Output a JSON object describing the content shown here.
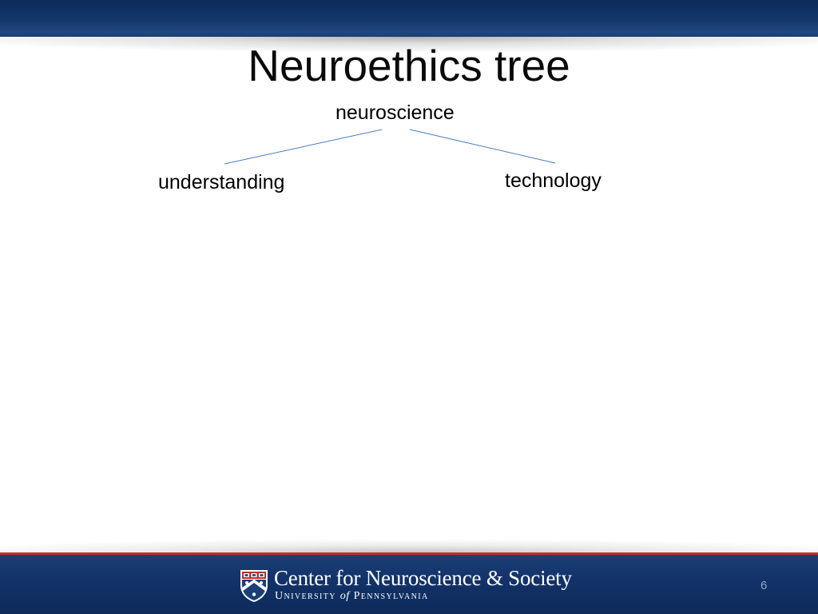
{
  "slide": {
    "title": "Neuroethics tree",
    "page_number": "6"
  },
  "tree": {
    "root": "neuroscience",
    "children": [
      {
        "label": "understanding"
      },
      {
        "label": "technology"
      }
    ]
  },
  "footer": {
    "org_name": "Center for Neuroscience & Society",
    "university": "University",
    "of": "of",
    "pennsylvania": "Pennsylvania"
  },
  "colors": {
    "header_bar": "#14376c",
    "footer_bar": "#12336a",
    "accent_line": "#c0302b",
    "connector": "#4a7ebb",
    "page_number": "#8ea6c9"
  },
  "icons": {
    "logo": "penn-shield-logo"
  }
}
